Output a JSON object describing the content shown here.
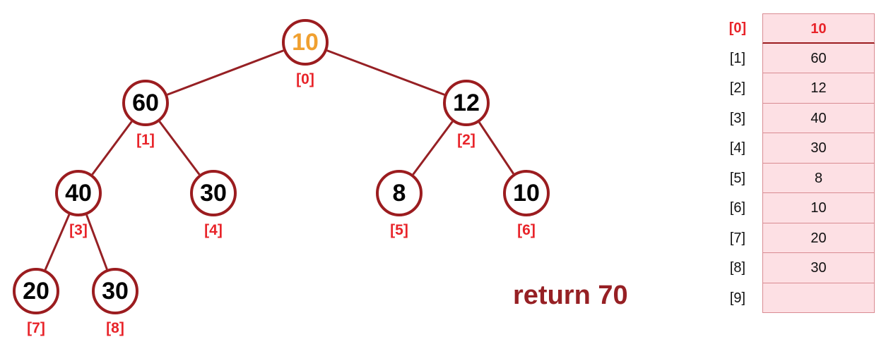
{
  "tree": {
    "nodes": [
      {
        "index_label": "[0]",
        "value": "10",
        "highlight": true
      },
      {
        "index_label": "[1]",
        "value": "60",
        "highlight": false
      },
      {
        "index_label": "[2]",
        "value": "12",
        "highlight": false
      },
      {
        "index_label": "[3]",
        "value": "40",
        "highlight": false
      },
      {
        "index_label": "[4]",
        "value": "30",
        "highlight": false
      },
      {
        "index_label": "[5]",
        "value": "8",
        "highlight": false
      },
      {
        "index_label": "[6]",
        "value": "10",
        "highlight": false
      },
      {
        "index_label": "[7]",
        "value": "20",
        "highlight": false
      },
      {
        "index_label": "[8]",
        "value": "30",
        "highlight": false
      }
    ]
  },
  "array": {
    "cells": [
      {
        "index": "[0]",
        "value": "10",
        "highlight": true
      },
      {
        "index": "[1]",
        "value": "60",
        "highlight": false
      },
      {
        "index": "[2]",
        "value": "12",
        "highlight": false
      },
      {
        "index": "[3]",
        "value": "40",
        "highlight": false
      },
      {
        "index": "[4]",
        "value": "30",
        "highlight": false
      },
      {
        "index": "[5]",
        "value": "8",
        "highlight": false
      },
      {
        "index": "[6]",
        "value": "10",
        "highlight": false
      },
      {
        "index": "[7]",
        "value": "20",
        "highlight": false
      },
      {
        "index": "[8]",
        "value": "30",
        "highlight": false
      },
      {
        "index": "[9]",
        "value": "",
        "highlight": false
      }
    ]
  },
  "return_text": "return 70",
  "colors": {
    "node_border": "#9b1c1f",
    "edge": "#962024",
    "index_label": "#e8242a",
    "highlight_value": "#f0a030",
    "cell_fill": "#fde0e4",
    "return_text": "#962024"
  }
}
